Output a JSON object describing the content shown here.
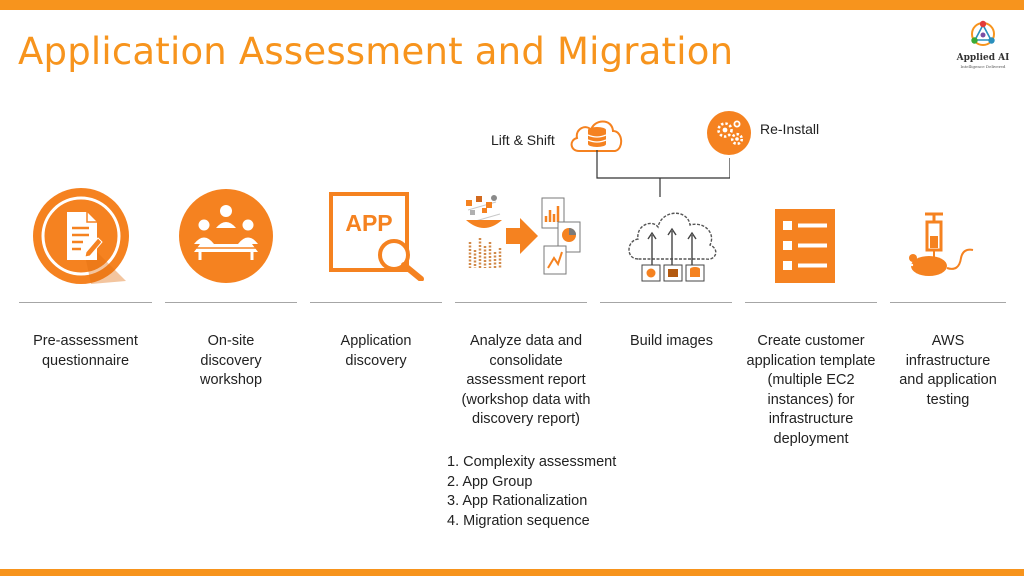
{
  "title": "Application Assessment and Migration",
  "logo": {
    "name": "Applied AI",
    "tagline": "Intelligence Delivered"
  },
  "branches": [
    {
      "label": "Lift & Shift",
      "icon": "cloud-database-icon"
    },
    {
      "label": "Re-Install",
      "icon": "gears-icon"
    }
  ],
  "steps": [
    {
      "label": "Pre-assessment questionnaire",
      "icon": "questionnaire-document-icon"
    },
    {
      "label": "On-site discovery workshop",
      "icon": "meeting-workshop-icon"
    },
    {
      "label": "Application discovery",
      "icon": "app-magnifier-icon"
    },
    {
      "label": "Analyze data and consolidate assessment report (workshop data with discovery report)",
      "icon": "data-analysis-report-icon"
    },
    {
      "label": "Build images",
      "icon": "cloud-build-icon"
    },
    {
      "label": "Create customer application template (multiple EC2 instances) for infrastructure deployment",
      "icon": "checklist-template-icon"
    },
    {
      "label": "AWS infrastructure and application testing",
      "icon": "syringe-mouse-testing-icon"
    }
  ],
  "analysis_subitems": [
    "1. Complexity assessment",
    "2. App Group",
    "3. App Rationalization",
    "4. Migration sequence"
  ],
  "colors": {
    "accent": "#f7941d",
    "icon_orange": "#f58220",
    "divider": "#a6a6a6"
  }
}
